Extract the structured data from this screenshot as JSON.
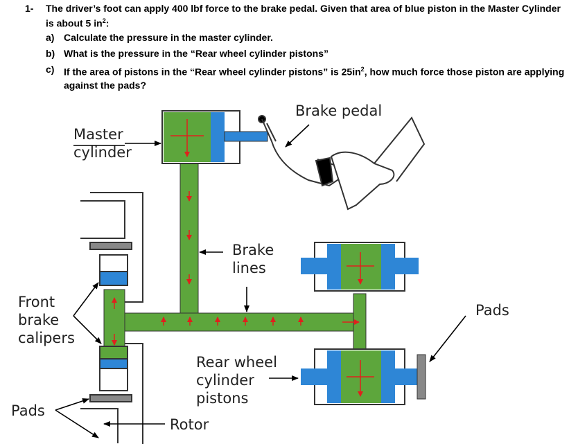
{
  "question": {
    "number": "1-",
    "stem_line1": "The driver’s foot can apply 400 lbf force to the brake pedal. Given that area of blue piston in the Master Cylinder",
    "stem_line2_prefix": "is about 5 in",
    "stem_line2_sup": "2",
    "stem_line2_suffix": ":",
    "parts": [
      {
        "marker": "a)",
        "text": "Calculate the pressure in the master cylinder."
      },
      {
        "marker": "b)",
        "text": "What is the pressure in the “Rear wheel cylinder pistons”"
      },
      {
        "marker": "c)",
        "text_prefix": "If the area of pistons in the “Rear wheel cylinder pistons” is 25in",
        "sup": "2",
        "text_suffix": ", how much force those piston are applying",
        "text_line2": "against the pads?"
      }
    ]
  },
  "diagram": {
    "labels": {
      "brake_pedal": "Brake pedal",
      "master_cylinder_line1": "Master",
      "master_cylinder_line2": "cylinder",
      "brake_lines_line1": "Brake",
      "brake_lines_line2": "lines",
      "front_calipers_line1": "Front",
      "front_calipers_line2": "brake",
      "front_calipers_line3": "calipers",
      "pads_right": "Pads",
      "rear_wheel_line1": "Rear wheel",
      "rear_wheel_line2": "cylinder",
      "rear_wheel_line3": "pistons",
      "pads_left": "Pads",
      "rotor": "Rotor"
    },
    "colors": {
      "fluid_green": "#5da63c",
      "piston_blue": "#2e86d6",
      "arrow_red": "#e0201c",
      "pad_gray": "#888888"
    }
  }
}
